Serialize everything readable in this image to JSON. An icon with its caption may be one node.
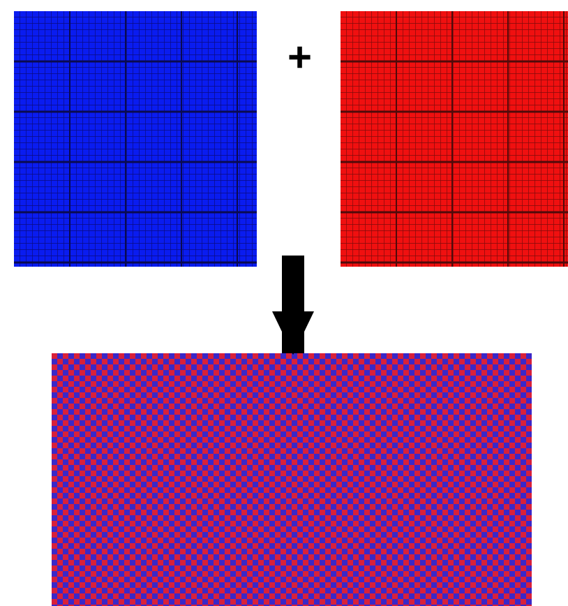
{
  "diagram": {
    "nodes": [
      {
        "text": [],
        "shape": "box"
      },
      {
        "text": [],
        "shape": "box"
      },
      {
        "text": [],
        "shape": "box"
      }
    ],
    "edges": [
      {
        "from": null,
        "to": 2,
        "arrow": "to"
      }
    ],
    "labels": [
      "+"
    ]
  }
}
